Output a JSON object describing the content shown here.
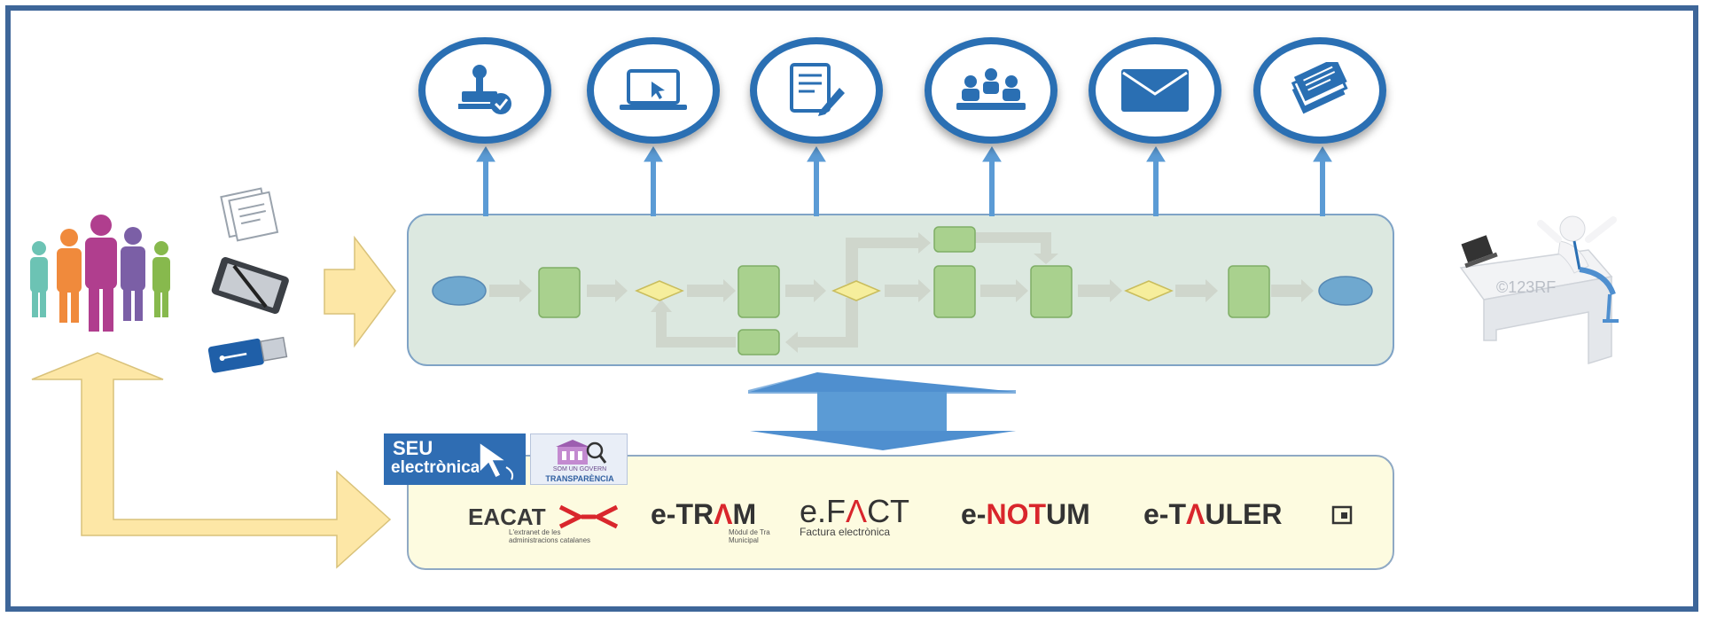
{
  "services": [
    {
      "icon": "stamp-seal-icon"
    },
    {
      "icon": "laptop-cursor-icon"
    },
    {
      "icon": "document-signature-icon"
    },
    {
      "icon": "meeting-people-icon"
    },
    {
      "icon": "envelope-mail-icon"
    },
    {
      "icon": "documents-stack-icon"
    }
  ],
  "seu": {
    "line1": "SEU",
    "line2": "electrònica"
  },
  "transparencia": {
    "line1": "SOM UN GOVERN",
    "line2": "TRANSPARÈNCIA"
  },
  "platforms": {
    "eacat": {
      "name": "EACAT",
      "tagline_1": "L'extranet de les",
      "tagline_2": "administracions catalanes"
    },
    "etram": {
      "name_prefix": "e-TR",
      "name_accent": "Λ",
      "name_suffix": "M",
      "tagline_1": "Mòdul de Tra",
      "tagline_2": "Municipal"
    },
    "efact": {
      "name_prefix": "e.F",
      "name_accent": "Λ",
      "name_suffix": "CT",
      "tagline": "Factura electrònica"
    },
    "enotum": {
      "name_prefix": "e-",
      "name_accent": "NOT",
      "name_suffix": "UM"
    },
    "etauler": {
      "name_prefix": "e-T",
      "name_accent": "Λ",
      "name_suffix": "ULER"
    }
  },
  "watermark": "©123RF",
  "colors": {
    "frame": "#3e6699",
    "circle_border": "#2a6fb3",
    "arrow_blue": "#5b9bd5",
    "process_bg": "#dce8e0",
    "platform_bg": "#fdfbe0",
    "big_arrow": "#fde7a6",
    "task": "#a9d18e",
    "gateway": "#f6ee9c",
    "event": "#6fa8cf"
  }
}
